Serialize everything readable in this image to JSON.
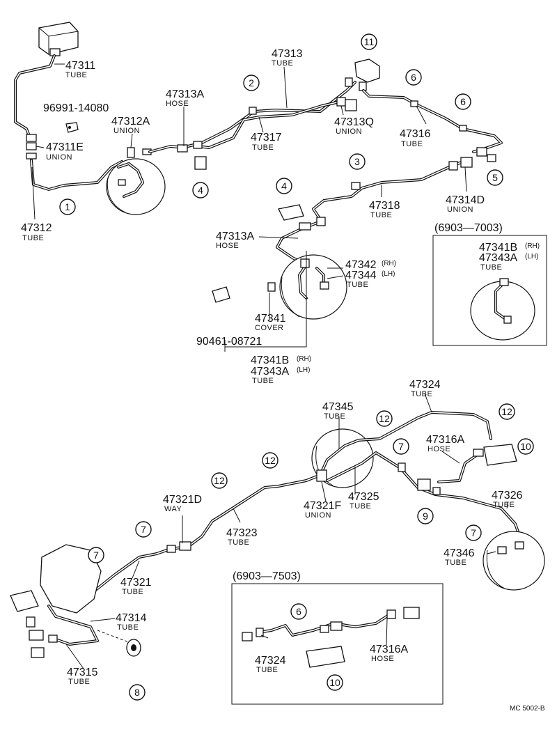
{
  "labels": {
    "p47311": {
      "num": "47311",
      "sub": "TUBE"
    },
    "p9699114080": {
      "num": "96991-14080"
    },
    "p47311E": {
      "num": "47311E",
      "sub": "UNION"
    },
    "p47312": {
      "num": "47312",
      "sub": "TUBE"
    },
    "p47312A": {
      "num": "47312A",
      "sub": "UNION"
    },
    "p47313A_top": {
      "num": "47313A",
      "sub": "HOSE"
    },
    "p47313": {
      "num": "47313",
      "sub": "TUBE"
    },
    "p47317": {
      "num": "47317",
      "sub": "TUBE"
    },
    "p47313Q": {
      "num": "47313Q",
      "sub": "UNION"
    },
    "p47316": {
      "num": "47316",
      "sub": "TUBE"
    },
    "p47314D": {
      "num": "47314D",
      "sub": "UNION"
    },
    "p47318": {
      "num": "47318",
      "sub": "TUBE"
    },
    "p47313A_mid": {
      "num": "47313A",
      "sub": "HOSE"
    },
    "p47342": {
      "num": "47342",
      "sup": "(RH)"
    },
    "p47344": {
      "num": "47344",
      "sup": "(LH)",
      "sub": "TUBE"
    },
    "p47341": {
      "num": "47341",
      "sub": "COVER"
    },
    "p9046108721": {
      "num": "90461-08721"
    },
    "p47341B_bottom": {
      "num": "47341B",
      "sup": "(RH)"
    },
    "p47343A_bottom": {
      "num": "47343A",
      "sup": "(LH)",
      "sub": "TUBE"
    },
    "p47324_top": {
      "num": "47324",
      "sub": "TUBE"
    },
    "p47345": {
      "num": "47345",
      "sub": "TUBE"
    },
    "p47316A_main": {
      "num": "47316A",
      "sub": "HOSE"
    },
    "p47321D": {
      "num": "47321D",
      "sub": "WAY"
    },
    "p47323": {
      "num": "47323",
      "sub": "TUBE"
    },
    "p47321F": {
      "num": "47321F",
      "sub": "UNION"
    },
    "p47325": {
      "num": "47325",
      "sub": "TUBE"
    },
    "p47326": {
      "num": "47326",
      "sub": "TUBE"
    },
    "p47346": {
      "num": "47346",
      "sub": "TUBE"
    },
    "p47321": {
      "num": "47321",
      "sub": "TUBE"
    },
    "p47314": {
      "num": "47314",
      "sub": "TUBE"
    },
    "p47315": {
      "num": "47315",
      "sub": "TUBE"
    },
    "p47324_inset": {
      "num": "47324",
      "sub": "TUBE"
    },
    "p47316A_inset": {
      "num": "47316A",
      "sub": "HOSE"
    }
  },
  "inset_top": {
    "period": "(6903—7003)",
    "line1": {
      "num": "47341B",
      "sup": "(RH)"
    },
    "line2": {
      "num": "47343A",
      "sup": "(LH)"
    },
    "sub": "TUBE"
  },
  "inset_bottom": {
    "period": "(6903—7503)"
  },
  "callouts": [
    "1",
    "2",
    "3",
    "4",
    "4",
    "5",
    "6",
    "6",
    "7",
    "7",
    "7",
    "7",
    "8",
    "9",
    "10",
    "10",
    "11",
    "12",
    "12",
    "12",
    "12",
    "6"
  ],
  "reference": "MC 5002-B"
}
